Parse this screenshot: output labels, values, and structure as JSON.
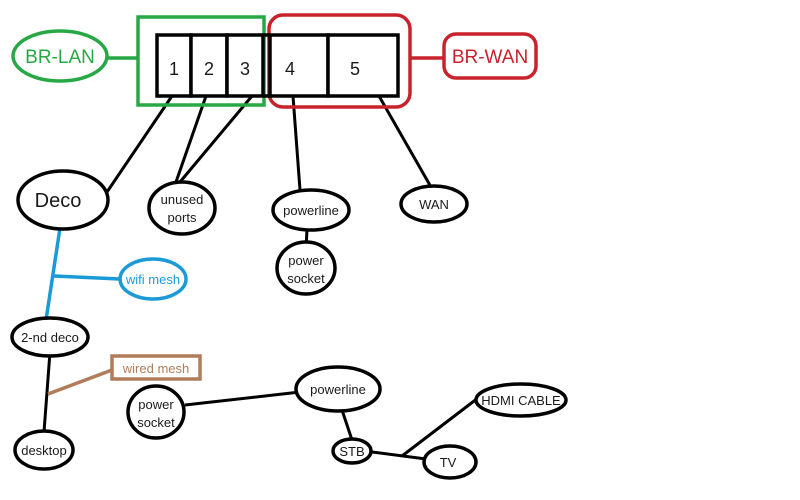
{
  "diagram": {
    "colors": {
      "lan": "#27a844",
      "wan": "#c8232c",
      "wifi": "#1a9bd7",
      "wired_mesh": "#b07c5a",
      "line": "#000000"
    },
    "bridges": {
      "lan": {
        "label": "BR-LAN",
        "ports": [
          "1",
          "2",
          "3"
        ]
      },
      "wan": {
        "label": "BR-WAN",
        "ports": [
          "4",
          "5"
        ]
      }
    },
    "ports": [
      {
        "id": "1",
        "label": "1"
      },
      {
        "id": "2",
        "label": "2"
      },
      {
        "id": "3",
        "label": "3"
      },
      {
        "id": "4",
        "label": "4"
      },
      {
        "id": "5",
        "label": "5"
      }
    ],
    "nodes": {
      "deco": "Deco",
      "unused_ports": [
        "unused",
        "ports"
      ],
      "powerline_top": "powerline",
      "power_socket_top": [
        "power",
        "socket"
      ],
      "wan": "WAN",
      "wifi_mesh": "wifi mesh",
      "second_deco": "2-nd deco",
      "wired_mesh": "wired mesh",
      "desktop": "desktop",
      "power_socket_bottom": [
        "power",
        "socket"
      ],
      "powerline_bottom": "powerline",
      "stb": "STB",
      "hdmi_cable": "HDMI CABLE",
      "tv": "TV"
    },
    "edges": [
      {
        "from": "port-1",
        "to": "Deco"
      },
      {
        "from": "port-2",
        "to": "unused ports"
      },
      {
        "from": "port-3",
        "to": "unused ports"
      },
      {
        "from": "port-4",
        "to": "powerline"
      },
      {
        "from": "port-5",
        "to": "WAN"
      },
      {
        "from": "powerline",
        "to": "power socket"
      },
      {
        "from": "Deco",
        "to": "2-nd deco",
        "type": "wifi mesh"
      },
      {
        "from": "2-nd deco",
        "to": "desktop",
        "type": "wired mesh"
      },
      {
        "from": "power socket",
        "to": "powerline"
      },
      {
        "from": "powerline",
        "to": "STB"
      },
      {
        "from": "STB",
        "to": "TV"
      },
      {
        "from": "STB-TV",
        "to": "HDMI CABLE"
      }
    ]
  }
}
